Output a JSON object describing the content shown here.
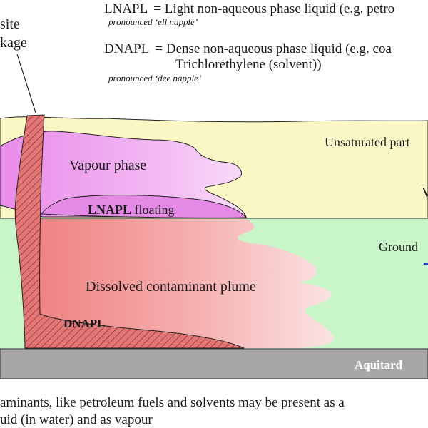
{
  "legend": {
    "lnapl_term": "LNAPL",
    "lnapl_def": "= Light non-aqueous phase liquid (e.g. petro",
    "lnapl_pron": "pronounced ‘ell napple’",
    "dnapl_term": "DNAPL",
    "dnapl_def": "= Dense non-aqueous phase liquid (e.g. coa",
    "dnapl_def2": "Trichlorethylene (solvent))",
    "dnapl_pron": "pronounced ‘dee napple’"
  },
  "source_label": {
    "line1": "site",
    "line2": "kage"
  },
  "zones": {
    "unsaturated": "Unsaturated part",
    "unsaturated_right": "V",
    "groundwater": "Ground",
    "aquitard": "Aquitard"
  },
  "phases": {
    "vapour": "Vapour phase",
    "lnapl_bold": "LNAPL",
    "lnapl_rest": " floating",
    "dissolved": "Dissolved contaminant plume",
    "dnapl": "DNAPL"
  },
  "caption": {
    "line1": "aminants, like petroleum fuels and solvents may be present as a",
    "line2": "uid (in water) and as vapour"
  },
  "colors": {
    "unsaturated_zone": "#fbf7c4",
    "saturated_zone": "#c9f6c9",
    "aquitard": "#a7a7a7",
    "vapour": "#ef9ef1",
    "lnapl": "#e48ae6",
    "plume": "#f08a8a",
    "dnapl": "#dc6f6f",
    "water_table_marker": "#1b47d9"
  }
}
